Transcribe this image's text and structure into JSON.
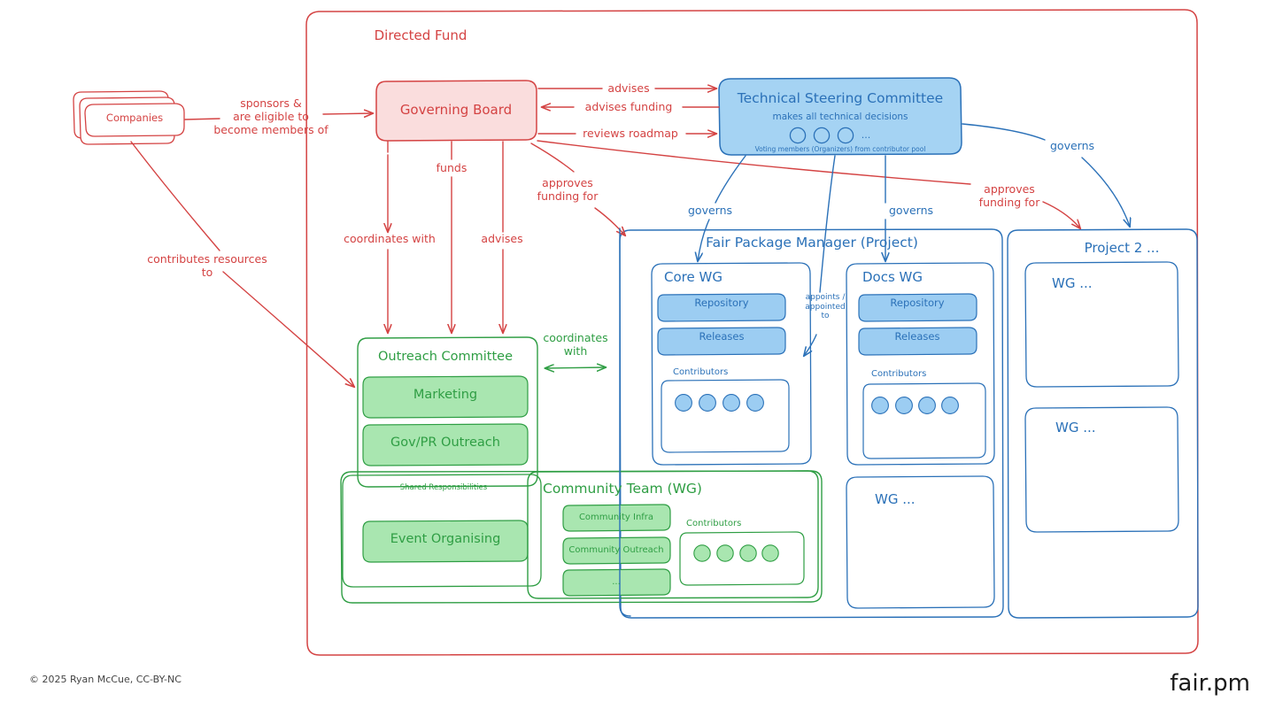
{
  "meta": {
    "footer_copyright": "© 2025 Ryan McCue, CC-BY-NC",
    "brand": "fair.pm"
  },
  "colors": {
    "red_stroke": "#d44343",
    "red_fill": "#fadddd",
    "blue_stroke": "#2b71b8",
    "blue_fill": "#a5d3f3",
    "blue_fill_light": "#9ccdf2",
    "green_stroke": "#2f9e44",
    "green_fill": "#a9e6b0"
  },
  "containers": {
    "directed_fund": {
      "label": "Directed Fund"
    },
    "fair_package_manager": {
      "label": "Fair Package Manager (Project)"
    },
    "project_2": {
      "label": "Project 2 ..."
    }
  },
  "nodes": {
    "companies": {
      "label": "Companies"
    },
    "governing_board": {
      "label": "Governing Board"
    },
    "tsc": {
      "title": "Technical Steering Committee",
      "subtitle": "makes all technical decisions",
      "members_note": "Voting members (Organizers) from contributor pool",
      "members_ellipsis": "...",
      "member_count": 3
    },
    "outreach_committee": {
      "label": "Outreach Committee",
      "items": [
        "Marketing",
        "Gov/PR Outreach"
      ]
    },
    "shared_responsibilities": {
      "label": "Shared Responsibilities",
      "items": [
        "Event Organising"
      ]
    },
    "community_team": {
      "label": "Community Team (WG)",
      "items": [
        "Community Infra",
        "Community Outreach",
        "..."
      ],
      "contributors_label": "Contributors",
      "contributor_count": 4
    },
    "core_wg": {
      "label": "Core WG",
      "items": [
        "Repository",
        "Releases"
      ],
      "contributors_label": "Contributors",
      "contributor_count": 4
    },
    "docs_wg": {
      "label": "Docs WG",
      "items": [
        "Repository",
        "Releases"
      ],
      "contributors_label": "Contributors",
      "contributor_count": 4
    },
    "fpm_wg_placeholder": {
      "label": "WG ..."
    },
    "project2_wg_1": {
      "label": "WG ..."
    },
    "project2_wg_2": {
      "label": "WG ..."
    }
  },
  "edges": [
    {
      "id": "companies-to-gb",
      "label": "sponsors &\nare eligible to\nbecome members of",
      "color": "#d44343"
    },
    {
      "id": "companies-to-outreach",
      "label": "contributes resources\nto",
      "color": "#d44343"
    },
    {
      "id": "gb-advises-tsc",
      "label": "advises",
      "color": "#d44343"
    },
    {
      "id": "tsc-advises-funding-gb",
      "label": "advises funding",
      "color": "#d44343"
    },
    {
      "id": "gb-reviews-roadmap",
      "label": "reviews roadmap",
      "color": "#d44343"
    },
    {
      "id": "gb-funds-outreach",
      "label": "funds",
      "color": "#d44343"
    },
    {
      "id": "gb-coordinates-outreach",
      "label": "coordinates with",
      "color": "#d44343"
    },
    {
      "id": "gb-advises-outreach",
      "label": "advises",
      "color": "#d44343"
    },
    {
      "id": "gb-approves-fpm",
      "label": "approves\nfunding for",
      "color": "#d44343"
    },
    {
      "id": "gb-approves-project2",
      "label": "approves\nfunding for",
      "color": "#d44343"
    },
    {
      "id": "tsc-governs-core",
      "label": "governs",
      "color": "#2b71b8"
    },
    {
      "id": "tsc-governs-docs",
      "label": "governs",
      "color": "#2b71b8"
    },
    {
      "id": "tsc-governs-project2",
      "label": "governs",
      "color": "#2b71b8"
    },
    {
      "id": "tsc-appoints",
      "label": "appoints /\nappointed\nto",
      "color": "#2b71b8"
    },
    {
      "id": "outreach-coordinates-community",
      "label": "coordinates\nwith",
      "color": "#2f9e44"
    }
  ]
}
